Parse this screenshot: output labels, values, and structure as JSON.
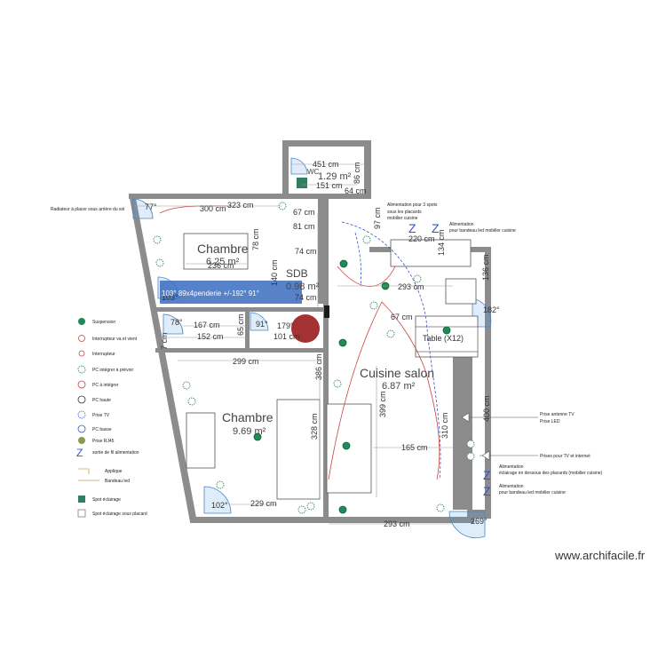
{
  "rooms": [
    {
      "name": "Chambre",
      "area": "6.25 m²"
    },
    {
      "name": "Chambre",
      "area": "9.69 m²"
    },
    {
      "name": "Cuisine salon",
      "area": "6.87 m²"
    },
    {
      "name": "WC",
      "area": "1.29 m²"
    },
    {
      "name": "SDB",
      "area": "0.98 m²"
    }
  ],
  "dims": {
    "d451": "451 cm",
    "d151": "151 cm",
    "d64": "64 cm",
    "d86": "86 cm",
    "d300": "300 cm",
    "d323": "323 cm",
    "d67a": "67 cm",
    "d81": "81 cm",
    "d236": "236 cm",
    "d78": "78 cm",
    "d140": "140 cm",
    "d74a": "74 cm",
    "d74b": "74 cm",
    "d167": "167 cm",
    "d152": "152 cm",
    "d65": "65 cm",
    "d299": "299 cm",
    "d101": "101 cm",
    "d386": "386 cm",
    "d328": "328 cm",
    "d229": "229 cm",
    "d399": "399 cm",
    "d165": "165 cm",
    "d310": "310 cm",
    "d293a": "293 cm",
    "d293b": "293 cm",
    "d220": "220 cm",
    "d67b": "67 cm",
    "d134": "134 cm",
    "d400": "400 cm",
    "d136": "136 cm",
    "d7": "7 cm",
    "d97": "97 cm"
  },
  "angles": {
    "a77": "77°",
    "a103": "103°",
    "a78": "78°",
    "a91": "91°",
    "a179": "179°",
    "a102": "102°",
    "a182": "182°",
    "a269": "269°"
  },
  "labels": {
    "table": "Table (X12)",
    "bar_overlap": "103° 89x4penderie +/-192° 91°"
  },
  "notes": {
    "radiator": "Radiateur à placer sous arrière du sol",
    "alim_spot_1": "Alimentation pour 3 spots",
    "alim_spot_2": "sous les placards",
    "alim_spot_3": "mobilier cuisine",
    "alim_bandeau_1": "Alimentation",
    "alim_bandeau_2": "pour bandeau led mobilier cuisine",
    "tv_1": "Prise antenne TV",
    "tv_2": "Prise LED",
    "prises_tv": "Prises pour TV et internet",
    "alim_right_1": "Alimentation",
    "alim_right_2": "éclairage en dessous des placards (mobilier cuisine)",
    "alim_right_3": "Alimentation",
    "alim_right_4": "pour bandeau led mobilier cuisine"
  },
  "legend": [
    {
      "icon": "suspension-icon",
      "label": "Suspension"
    },
    {
      "icon": "switch-double-icon",
      "label": "Interrupteur va et vient"
    },
    {
      "icon": "switch-icon",
      "label": "Interrupteur"
    },
    {
      "icon": "outlet-plan-icon",
      "label": "PC intégrer à prévoir"
    },
    {
      "icon": "outlet-double-icon",
      "label": "PC à intégrer"
    },
    {
      "icon": "outlet-high-icon",
      "label": "PC haute"
    },
    {
      "icon": "tv-outlet-icon",
      "label": "Prise TV"
    },
    {
      "icon": "outlet-low-icon",
      "label": "PC basse"
    },
    {
      "icon": "rj45-icon",
      "label": "Prise RJ45"
    },
    {
      "icon": "power-feed-icon",
      "label": "sortie de fil alimentation"
    },
    {
      "icon": "applique-icon",
      "label": "Applique"
    },
    {
      "icon": "led-strip-icon",
      "label": "Bandeau led"
    },
    {
      "icon": "spot-icon",
      "label": "Spot éclairage"
    },
    {
      "icon": "spot-cabinet-icon",
      "label": "Spot éclairage sous placard"
    }
  ],
  "watermark": "www.archifacile.fr",
  "colors": {
    "wall": "#8c8c8c",
    "door": "#4a86c6",
    "outlet": "#2e8b57",
    "wiring_red": "#c94040",
    "wiring_blue": "#3355cc",
    "furniture_brown": "#a08070"
  }
}
